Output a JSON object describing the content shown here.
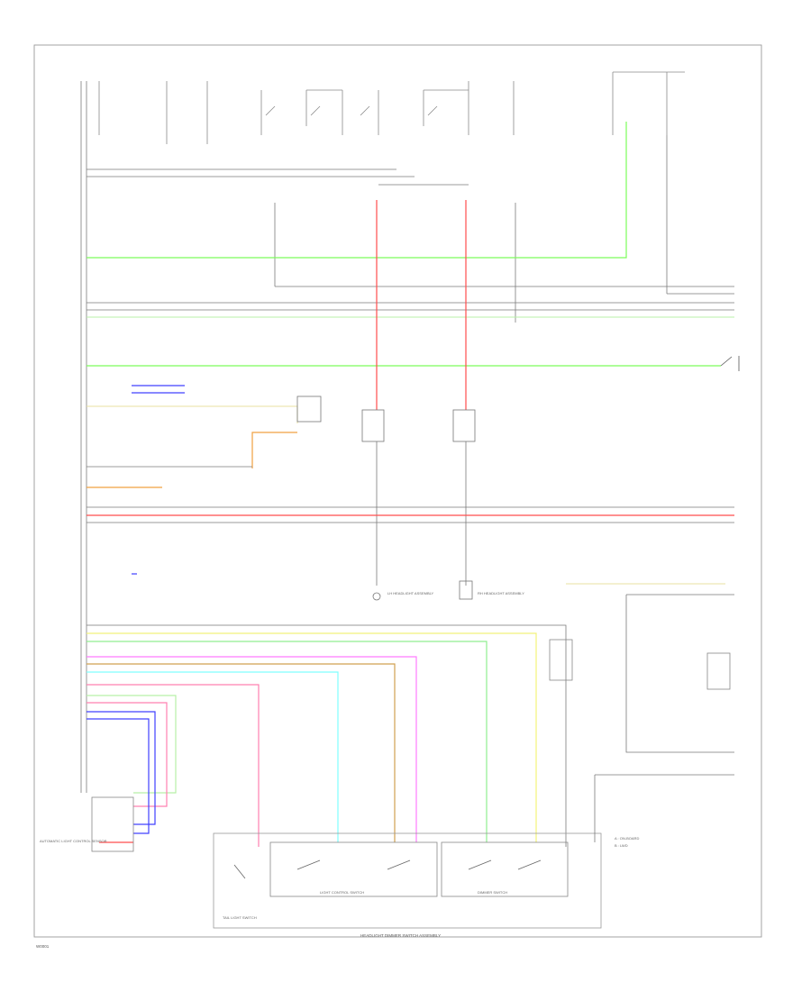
{
  "colors": {
    "green": "#7CFC5A",
    "red": "#FF4D4D",
    "yellow": "#F2F27A",
    "pink": "#FF80B0",
    "magenta": "#FF7BFF",
    "cyan": "#7FFFFF",
    "blue": "#4040FF",
    "orange": "#F0A040",
    "gray": "#999999",
    "lightgreen": "#90EE90"
  },
  "labels": {
    "page_code": "W0001",
    "bottom_assembly": "HEADLIGHT DIMMER SWITCH ASSEMBLY",
    "light_control_switch": "LIGHT CONTROL SWITCH",
    "dimmer_switch": "DIMMER SWITCH",
    "tail_light_switch": "TAIL LIGHT SWITCH",
    "legend_a": "A : ON-BOARD",
    "legend_b": "B : LWD",
    "sensor_label": "AUTOMATIC LIGHT CONTROL SENSOR",
    "lh_headlight": "LH HEADLIGHT ASSEMBLY",
    "rh_headlight": "RH HEADLIGHT ASSEMBLY"
  }
}
